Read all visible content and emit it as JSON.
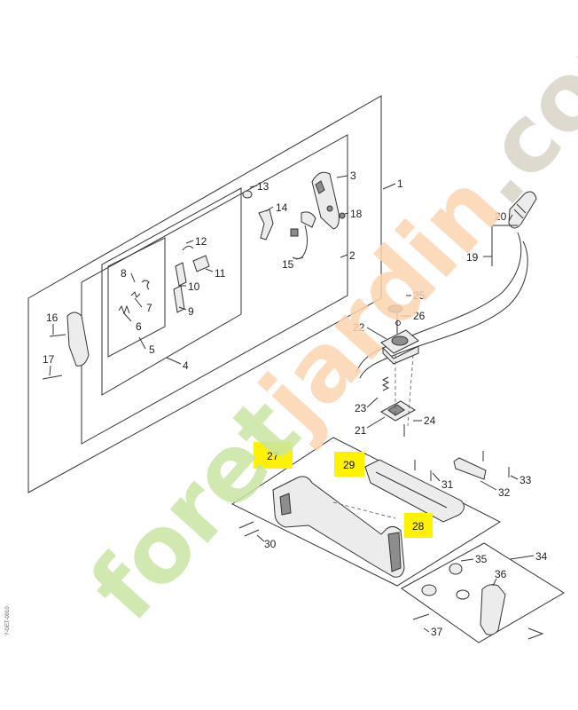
{
  "callouts": [
    {
      "id": "1",
      "text": "1"
    },
    {
      "id": "2",
      "text": "2"
    },
    {
      "id": "3",
      "text": "3"
    },
    {
      "id": "4",
      "text": "4"
    },
    {
      "id": "5",
      "text": "5"
    },
    {
      "id": "6",
      "text": "6"
    },
    {
      "id": "7",
      "text": "7"
    },
    {
      "id": "8",
      "text": "8"
    },
    {
      "id": "9",
      "text": "9"
    },
    {
      "id": "10",
      "text": "10"
    },
    {
      "id": "11",
      "text": "11"
    },
    {
      "id": "12",
      "text": "12"
    },
    {
      "id": "13",
      "text": "13"
    },
    {
      "id": "14",
      "text": "14"
    },
    {
      "id": "15",
      "text": "15"
    },
    {
      "id": "16",
      "text": "16"
    },
    {
      "id": "17",
      "text": "17"
    },
    {
      "id": "18",
      "text": "18"
    },
    {
      "id": "19",
      "text": "19"
    },
    {
      "id": "20",
      "text": "20"
    },
    {
      "id": "21",
      "text": "21"
    },
    {
      "id": "22",
      "text": "22"
    },
    {
      "id": "23",
      "text": "23"
    },
    {
      "id": "24",
      "text": "24"
    },
    {
      "id": "25",
      "text": "25"
    },
    {
      "id": "26",
      "text": "26"
    },
    {
      "id": "30",
      "text": "30"
    },
    {
      "id": "31",
      "text": "31"
    },
    {
      "id": "32",
      "text": "32"
    },
    {
      "id": "33",
      "text": "33"
    },
    {
      "id": "34",
      "text": "34"
    },
    {
      "id": "35",
      "text": "35"
    },
    {
      "id": "36",
      "text": "36"
    },
    {
      "id": "37",
      "text": "37"
    }
  ],
  "highlighted_callouts": [
    {
      "id": "27",
      "text": "27"
    },
    {
      "id": "29",
      "text": "29"
    },
    {
      "id": "28",
      "text": "28"
    }
  ],
  "highlight_color": "#fff200",
  "watermark": {
    "part1": "foret",
    "part2": "jardin",
    "part3": ".com",
    "color1": "#c9e5a3",
    "color2": "#fbd5b1",
    "color3": "#d9d4c8"
  },
  "drawing_code": "?-GET-0010"
}
